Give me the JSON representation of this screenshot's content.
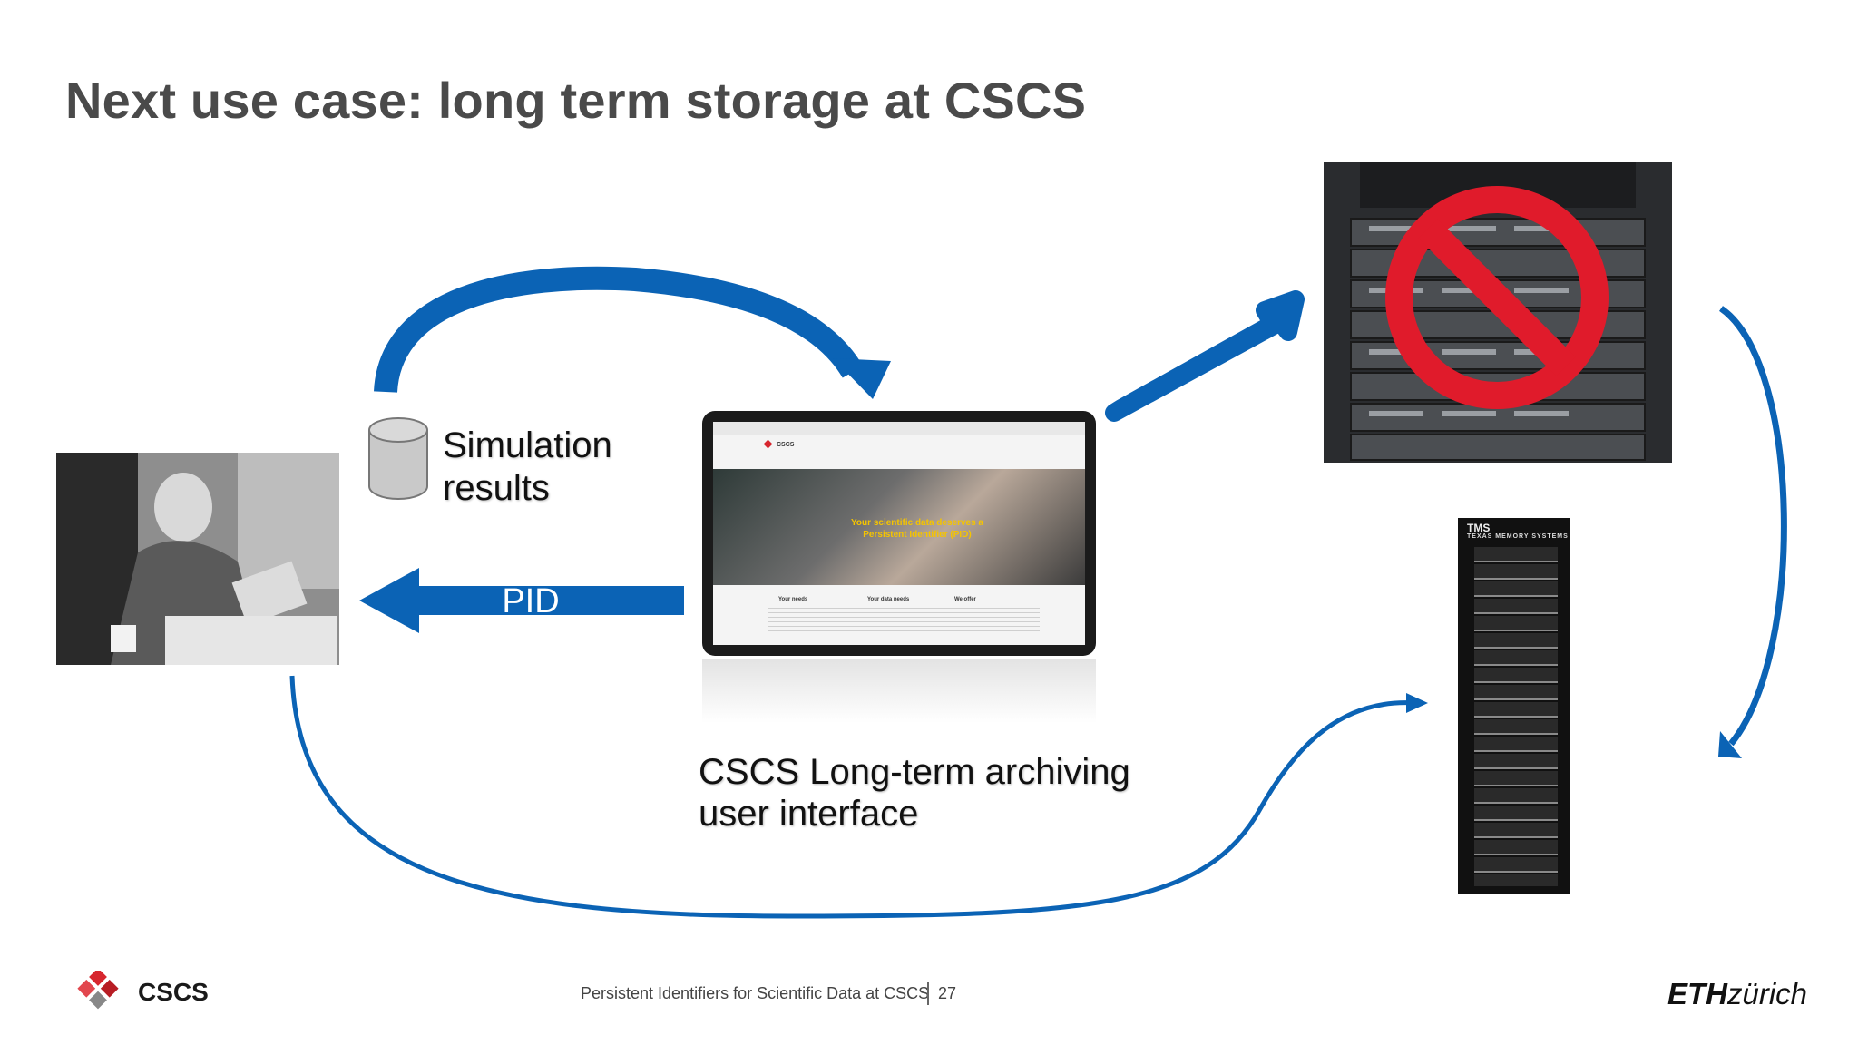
{
  "slide": {
    "title": "Next use case: long term storage at CSCS",
    "simulation_label_line1": "Simulation",
    "simulation_label_line2": "results",
    "pid_label": "PID",
    "ui_label_line1": "CSCS Long-term archiving",
    "ui_label_line2": "user interface"
  },
  "footer": {
    "org_logo_text": "CSCS",
    "center_text": "Persistent Identifiers for Scientific Data at CSCS",
    "page_number": "27",
    "eth_bold": "ETH",
    "eth_regular": "zürich"
  },
  "tablet_screen": {
    "site_name": "CSCS",
    "hero_line1": "Your scientific data deserves a",
    "hero_line2": "Persistent Identifier (PID)",
    "col1_heading": "Your needs",
    "col2_heading": "Your data needs",
    "col3_heading": "We offer"
  },
  "tower_brand": {
    "line1": "TMS",
    "line2": "TEXAS MEMORY SYSTEMS"
  },
  "icons": {
    "database": "database-cylinder-icon",
    "prohibited": "prohibited-sign-icon"
  },
  "colors": {
    "arrow_blue": "#0b63b5",
    "prohibit_red": "#e01b2b",
    "cscs_red": "#d7262e"
  }
}
